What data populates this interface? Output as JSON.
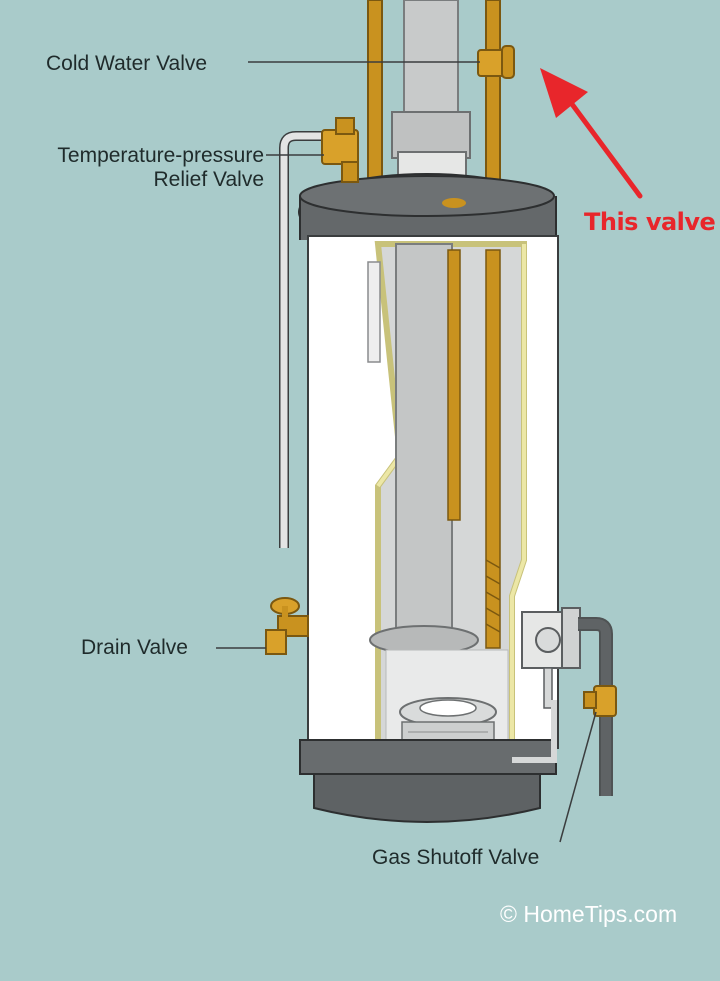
{
  "labels": {
    "cold_water_valve": "Cold Water Valve",
    "temp_pressure_line1": "Temperature-pressure",
    "temp_pressure_line2": "Relief Valve",
    "drain_valve": "Drain Valve",
    "gas_shutoff_valve": "Gas Shutoff Valve",
    "annotation": "This valve",
    "credit": "© HomeTips.com"
  },
  "colors": {
    "background": "#a9cbca",
    "brass": "#c9921f",
    "tank_shell": "#ffffff",
    "tank_cap": "#5f6365",
    "flue": "#c4c6c6",
    "annotation": "#e8262b"
  }
}
